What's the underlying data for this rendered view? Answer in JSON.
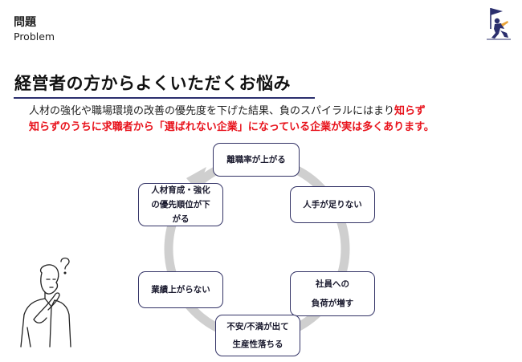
{
  "header": {
    "title": "問題",
    "subtitle": "Problem"
  },
  "heading": "経営者の方からよくいただくお悩み",
  "lead": {
    "line1_normal": "人材の強化や職場環境の改善の優先度を下げた結果、負のスパイラルにはまり",
    "line1_red": "知らず",
    "line2_red": "知らずのうちに求職者から「選ばれない企業」になっている企業が実は多くあります。"
  },
  "cycle": {
    "steps": [
      {
        "lines": [
          "離職率が上がる"
        ]
      },
      {
        "lines": [
          "人手が足りない"
        ]
      },
      {
        "lines": [
          "社員への",
          "負荷が増す"
        ]
      },
      {
        "lines": [
          "不安/不満が出て",
          "生産性落ちる"
        ]
      },
      {
        "lines": [
          "業績上がらない"
        ]
      },
      {
        "lines": [
          "人材育成・強化",
          "の優先順位が下",
          "がる"
        ]
      }
    ]
  },
  "colors": {
    "accent_red": "#e8131c",
    "navy": "#2b2f6e",
    "ring_gray": "#cfcfcf"
  },
  "icons": {
    "logo": "flag-runner-logo",
    "illustration": "thinking-man-icon",
    "question": "question-mark-icon"
  }
}
